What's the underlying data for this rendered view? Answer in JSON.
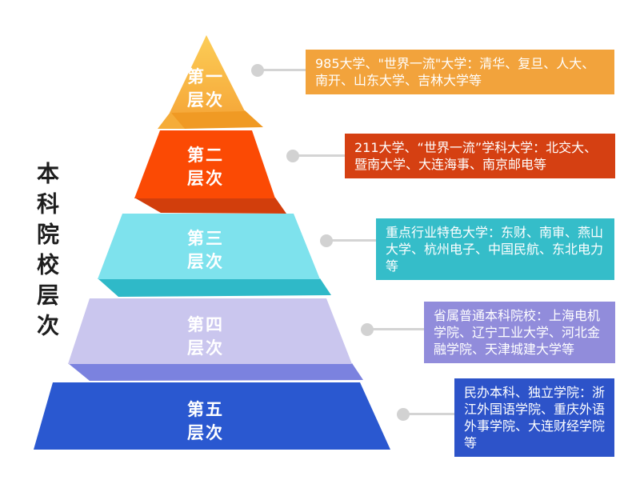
{
  "title": {
    "text": "本科院校层次"
  },
  "pyramid": {
    "tiers": [
      {
        "label_line1": "第一",
        "label_line2": "层次",
        "face_top_color": "#FCCD57",
        "face_bottom_color": "#F6A93A",
        "wedge_color": "#F5AC39",
        "fold_color": "#F09A24",
        "callout": {
          "text": "985大学、\"世界一流\"大学：清华、复旦、人大、南开、山东大学、吉林大学等",
          "bg_color": "#F2A33C"
        }
      },
      {
        "label_line1": "第二",
        "label_line2": "层次",
        "face_color": "#FB4A04",
        "fold_color": "#D23E0C",
        "callout": {
          "text": "211大学、“世界一流”学科大学：北交大、暨南大学、大连海事、南京邮电等",
          "bg_color": "#D54012"
        }
      },
      {
        "label_line1": "第三",
        "label_line2": "层次",
        "face_color": "#7EE2ED",
        "fold_color": "#2FB9C8",
        "callout": {
          "text": "重点行业特色大学：东财、南审、燕山大学、杭州电子、中国民航、东北电力等",
          "bg_color": "#35BDC9"
        }
      },
      {
        "label_line1": "第四",
        "label_line2": "层次",
        "face_color": "#CAC6EE",
        "fold_color": "#7B82DF",
        "callout": {
          "text": "省属普通本科院校：上海电机学院、辽宁工业大学、河北金融学院、天津城建大学等",
          "bg_color": "#918CDB"
        }
      },
      {
        "label_line1": "第五",
        "label_line2": "层次",
        "face_color": "#2A58D0",
        "callout": {
          "text": "民办本科、独立学院：浙江外国语学院、重庆外语外事学院、大连财经学院等",
          "bg_color": "#2D53C9"
        }
      }
    ]
  },
  "connectors": {
    "dot_color": "#D2D2D2",
    "line_color": "#D4D4D4"
  }
}
